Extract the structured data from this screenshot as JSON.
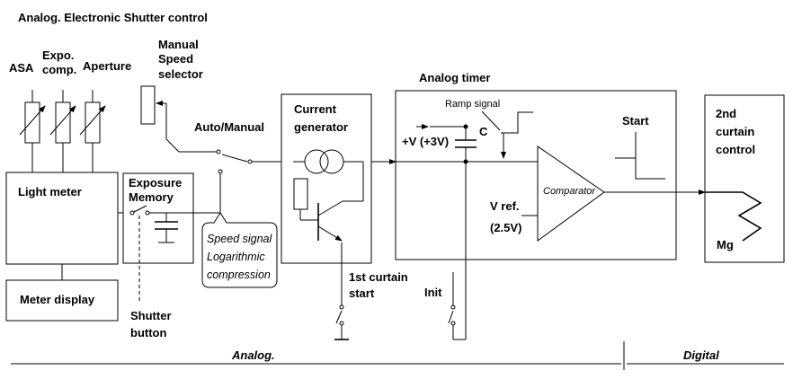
{
  "title": "Analog.  Electronic Shutter control",
  "inputs": {
    "asa": "ASA",
    "expo_line1": "Expo.",
    "expo_line2": "comp.",
    "aperture": "Aperture",
    "manual_line1": "Manual",
    "manual_line2": "Speed",
    "manual_line3": "selector"
  },
  "blocks": {
    "light_meter": "Light meter",
    "meter_display": "Meter display",
    "exposure_line1": "Exposure",
    "exposure_line2": "Memory",
    "current_line1": "Current",
    "current_line2": "generator",
    "analog_timer": "Analog timer",
    "second_line1": "2nd",
    "second_line2": "curtain",
    "second_line3": "control"
  },
  "labels": {
    "auto_manual": "Auto/Manual",
    "speed_line1": "Speed signal",
    "speed_line2": "Logarithmic",
    "speed_line3": "compression",
    "shutter_line1": "Shutter",
    "shutter_line2": "button",
    "first_line1": "1st curtain",
    "first_line2": "start",
    "init": "Init",
    "ramp_signal": "Ramp signal",
    "vplus": "+V (+3V)",
    "cap": "C",
    "vref_line1": "V ref.",
    "vref_line2": "(2.5V)",
    "comparator": "Comparator",
    "start": "Start",
    "mg": "Mg"
  },
  "footer": {
    "analog": "Analog.",
    "digital": "Digital"
  }
}
